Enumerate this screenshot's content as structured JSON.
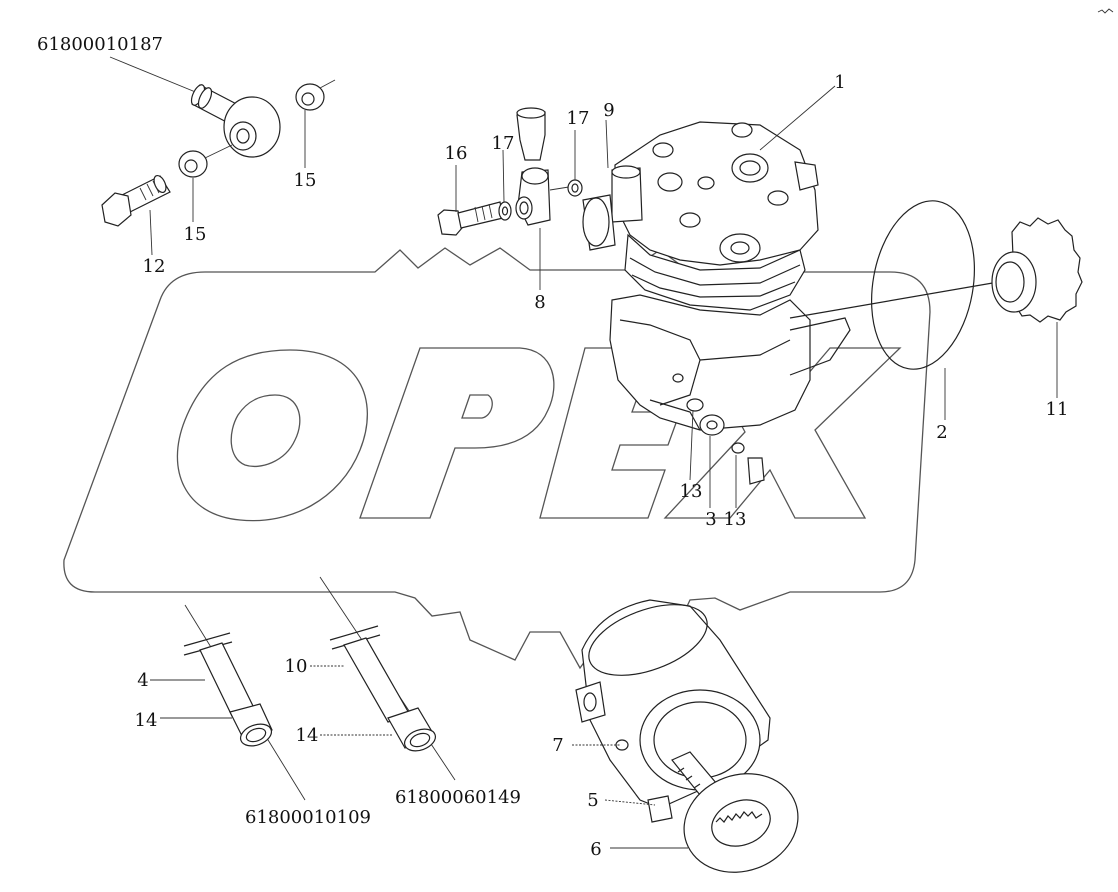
{
  "watermark": {
    "text": "OPEX"
  },
  "callouts": {
    "c1": "1",
    "c2": "2",
    "c3": "3",
    "c4": "4",
    "c5": "5",
    "c6": "6",
    "c7": "7",
    "c8": "8",
    "c9": "9",
    "c10": "10",
    "c11": "11",
    "c12": "12",
    "c13a": "13",
    "c13b": "13",
    "c14a": "14",
    "c14b": "14",
    "c15a": "15",
    "c15b": "15",
    "c16": "16",
    "c17a": "17",
    "c17b": "17"
  },
  "part_numbers": {
    "p_top": "61800010187",
    "p_hose_a": "61800010109",
    "p_hose_b": "61800060149"
  },
  "icons": {
    "corner_mark": "scribble-mark-icon"
  }
}
